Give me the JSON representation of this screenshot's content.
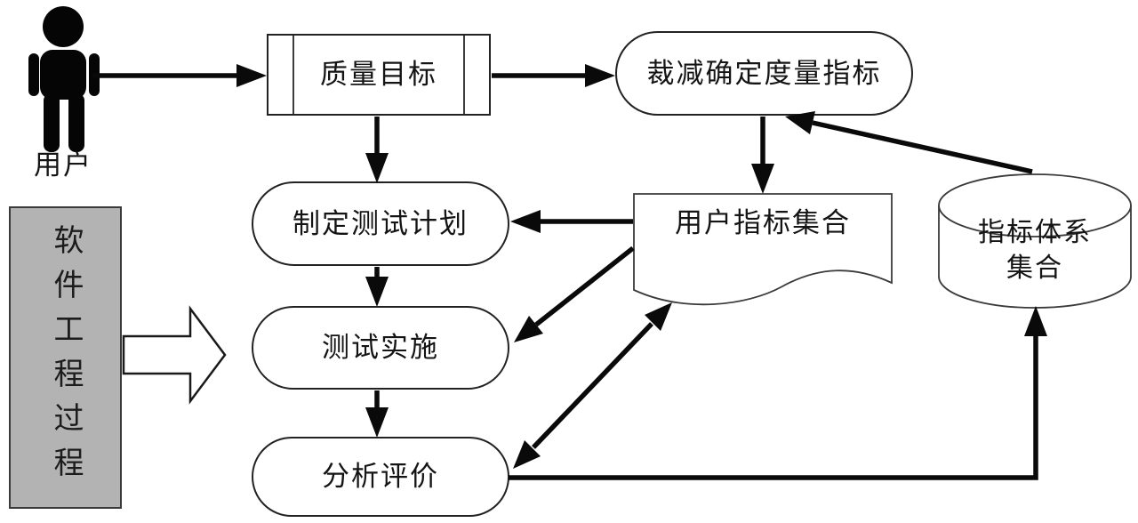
{
  "diagram": {
    "type": "flowchart",
    "language": "zh-CN",
    "colors": {
      "background": "#ffffff",
      "outline": "#222222",
      "arrow": "#0a0a0a",
      "gray_fill": "#b3b3b3",
      "text": "#141414"
    },
    "nodes": {
      "user": {
        "label": "用户",
        "shape": "person-actor"
      },
      "quality_goal": {
        "label": "质量目标",
        "shape": "predefined-process-box"
      },
      "tailor_metrics": {
        "label": "裁减确定度量指标",
        "shape": "stadium"
      },
      "test_plan": {
        "label": "制定测试计划",
        "shape": "stadium"
      },
      "test_exec": {
        "label": "测试实施",
        "shape": "stadium"
      },
      "analysis": {
        "label": "分析评价",
        "shape": "stadium"
      },
      "user_metric_set": {
        "label": "用户指标集合",
        "shape": "document"
      },
      "metric_system_set": {
        "label": "指标体系集合",
        "shape": "database-cylinder"
      },
      "sw_process": {
        "label": "软件工程过程",
        "shape": "gray-rectangle-vertical-text"
      }
    },
    "edges": [
      {
        "from": "用户",
        "to": "质量目标",
        "style": "arrow"
      },
      {
        "from": "质量目标",
        "to": "裁减确定度量指标",
        "style": "arrow"
      },
      {
        "from": "质量目标",
        "to": "制定测试计划",
        "style": "arrow"
      },
      {
        "from": "裁减确定度量指标",
        "to": "用户指标集合",
        "style": "arrow"
      },
      {
        "from": "指标体系集合",
        "to": "裁减确定度量指标",
        "style": "arrow"
      },
      {
        "from": "用户指标集合",
        "to": "制定测试计划",
        "style": "arrow"
      },
      {
        "from": "用户指标集合",
        "to": "测试实施",
        "style": "arrow"
      },
      {
        "from": "制定测试计划",
        "to": "测试实施",
        "style": "arrow"
      },
      {
        "from": "测试实施",
        "to": "分析评价",
        "style": "arrow"
      },
      {
        "from": "分析评价",
        "to": "用户指标集合",
        "style": "double-arrow"
      },
      {
        "from": "分析评价",
        "to": "指标体系集合",
        "style": "elbow-arrow"
      },
      {
        "from": "软件工程过程",
        "to": "测试实施",
        "style": "hollow-block-arrow"
      }
    ]
  }
}
